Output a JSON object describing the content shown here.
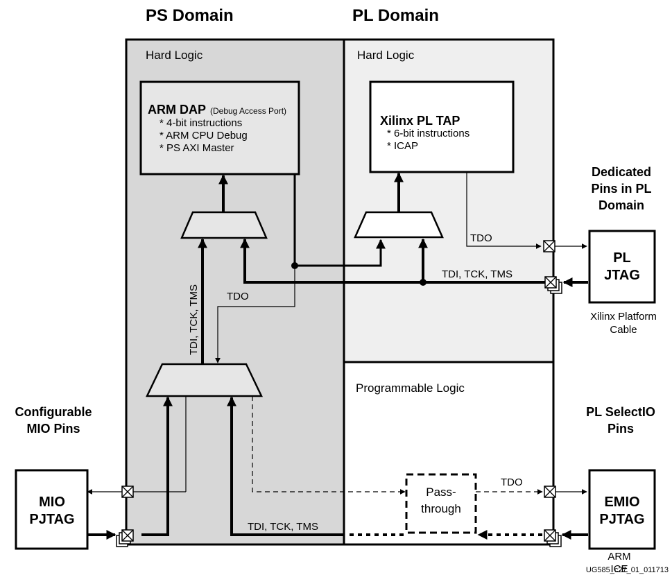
{
  "headings": {
    "ps_domain": "PS Domain",
    "pl_domain": "PL Domain"
  },
  "regions": {
    "ps_hard_logic": "Hard Logic",
    "pl_hard_logic": "Hard Logic",
    "programmable_logic": "Programmable Logic"
  },
  "arm_dap": {
    "title": "ARM DAP",
    "subtitle": "(Debug Access Port)",
    "items": [
      "* 4-bit instructions",
      "* ARM CPU Debug",
      "* PS AXI Master"
    ]
  },
  "pl_tap": {
    "title": "Xilinx PL TAP",
    "items": [
      "* 6-bit instructions",
      "* ICAP"
    ]
  },
  "signals": {
    "tdo_ps": "TDO",
    "tdi_vertical": "TDI, TCK, TMS",
    "tdo_pl": "TDO",
    "tdi_pl": "TDI, TCK, TMS",
    "tdi_bottom": "TDI, TCK, TMS",
    "tdo_emio": "TDO"
  },
  "passthrough": {
    "line1": "Pass-",
    "line2": "through"
  },
  "pl_jtag": {
    "heading": [
      "Dedicated",
      "Pins in PL",
      "Domain"
    ],
    "box": [
      "PL",
      "JTAG"
    ],
    "caption": [
      "Xilinx Platform",
      "Cable"
    ]
  },
  "mio_pjtag": {
    "heading": [
      "Configurable",
      "MIO Pins"
    ],
    "box": [
      "MIO",
      "PJTAG"
    ]
  },
  "emio_pjtag": {
    "heading": [
      "PL SelectIO",
      "Pins"
    ],
    "box": [
      "EMIO",
      "PJTAG"
    ],
    "caption": [
      "ARM",
      "ICE"
    ]
  },
  "figure_id": "UG585_c27_01_011713"
}
